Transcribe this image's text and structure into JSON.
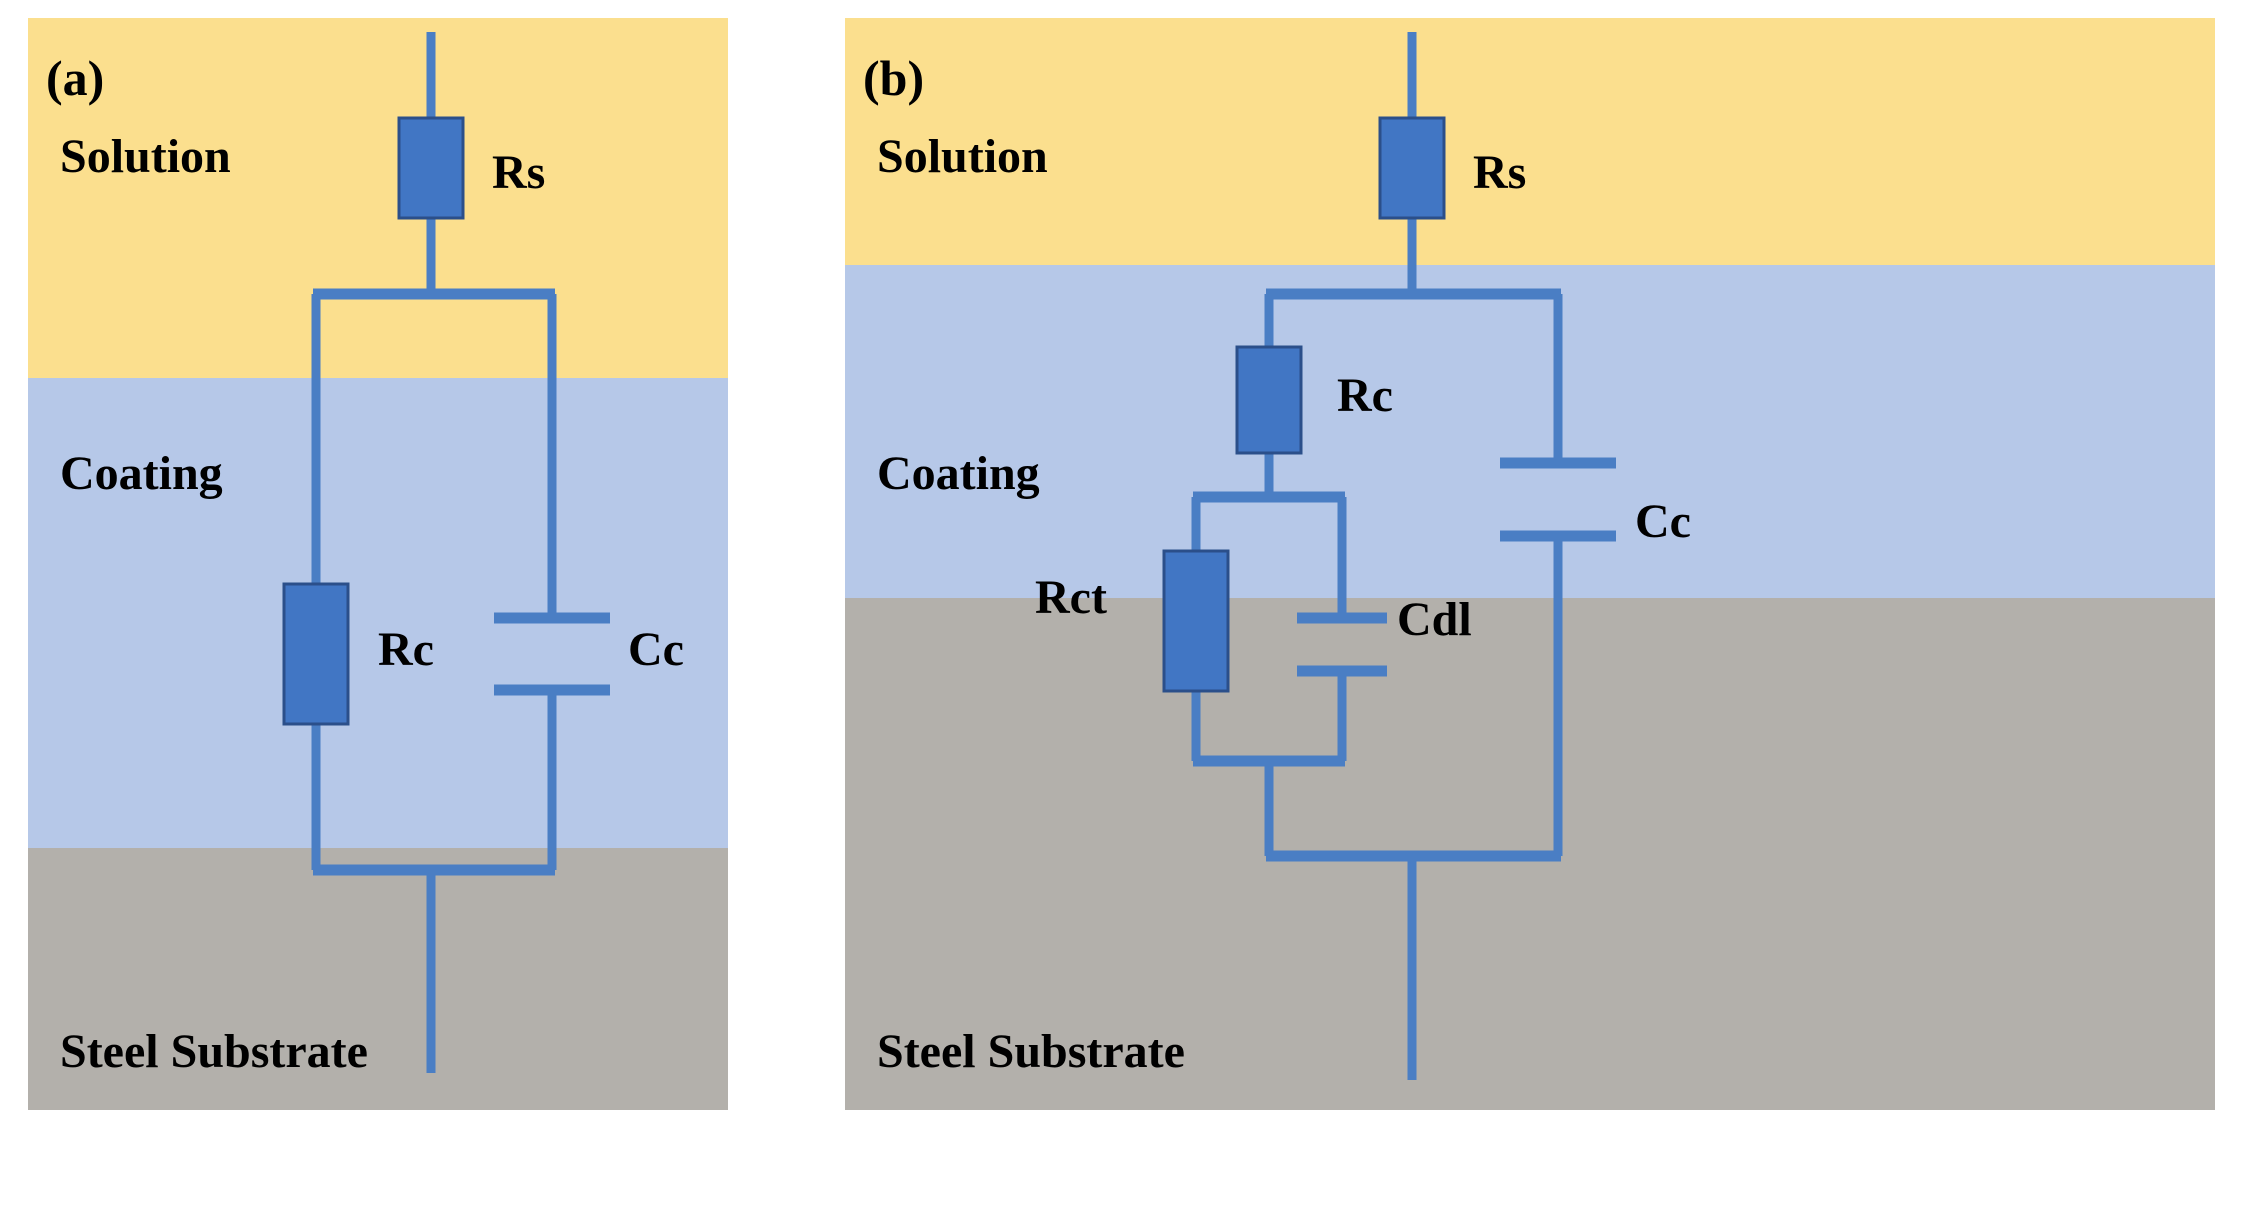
{
  "figure": {
    "type": "equivalent-circuit-diagram",
    "description": "Two electrochemical impedance spectroscopy equivalent circuit models overlaid on a three-layer stack (solution / coating / steel substrate).",
    "background": "#ffffff"
  },
  "colors": {
    "solution": "#fbdf8e",
    "coating": "#b6c8e8",
    "steel": "#b3b0ab",
    "wire": "#4a7ec4",
    "component_fill": "#4176c4",
    "component_stroke": "#2b4f8a",
    "text": "#000000"
  },
  "panels": [
    {
      "tag": "(a)",
      "layers": [
        {
          "name": "solution",
          "label": "Solution",
          "color": "#fbdf8e"
        },
        {
          "name": "coating",
          "label": "Coating",
          "color": "#b6c8e8"
        },
        {
          "name": "steel",
          "label": "Steel Substrate",
          "color": "#b3b0ab"
        }
      ],
      "components": [
        {
          "id": "rs",
          "kind": "resistor",
          "label": "Rs",
          "layer": "solution",
          "note": "solution resistance, in series at top"
        },
        {
          "id": "rc",
          "kind": "resistor",
          "label": "Rc",
          "layer": "coating",
          "note": "coating resistance, left branch of parallel pair"
        },
        {
          "id": "cc",
          "kind": "capacitor",
          "label": "Cc",
          "layer": "coating",
          "note": "coating capacitance, right branch of parallel pair"
        }
      ],
      "topology": "Rs in series with (Rc parallel Cc)"
    },
    {
      "tag": "(b)",
      "layers": [
        {
          "name": "solution",
          "label": "Solution",
          "color": "#fbdf8e"
        },
        {
          "name": "coating",
          "label": "Coating",
          "color": "#b6c8e8"
        },
        {
          "name": "steel",
          "label": "Steel Substrate",
          "color": "#b3b0ab"
        }
      ],
      "components": [
        {
          "id": "rs",
          "kind": "resistor",
          "label": "Rs",
          "layer": "solution",
          "note": "solution resistance, in series at top"
        },
        {
          "id": "rc",
          "kind": "resistor",
          "label": "Rc",
          "layer": "coating",
          "note": "coating resistance, upper left branch"
        },
        {
          "id": "rct",
          "kind": "resistor",
          "label": "Rct",
          "layer": "coating-steel",
          "note": "charge transfer resistance"
        },
        {
          "id": "cdl",
          "kind": "capacitor",
          "label": "Cdl",
          "layer": "coating-steel",
          "note": "double layer capacitance, parallel with Rct"
        },
        {
          "id": "cc",
          "kind": "capacitor",
          "label": "Cc",
          "layer": "coating",
          "note": "coating capacitance, right branch"
        }
      ],
      "topology": "Rs in series with ((Rc in series with (Rct parallel Cdl)) parallel Cc)"
    }
  ]
}
